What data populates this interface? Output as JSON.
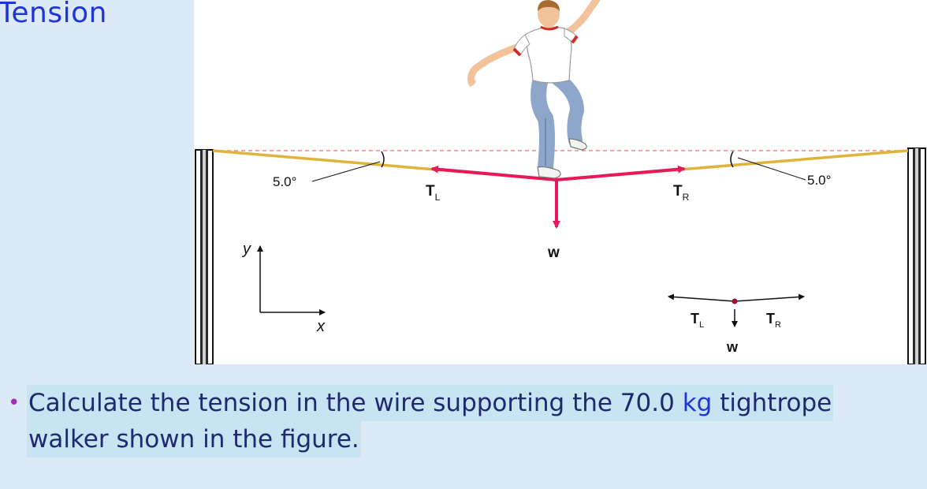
{
  "slide": {
    "title": "Tension"
  },
  "figure": {
    "angle_left": "5.0°",
    "angle_right": "5.0°",
    "tension_left": {
      "letter": "T",
      "sub": "L"
    },
    "tension_right": {
      "letter": "T",
      "sub": "R"
    },
    "weight": "w",
    "axis_y": "y",
    "axis_x": "x",
    "fbd": {
      "tension_left": {
        "letter": "T",
        "sub": "L"
      },
      "tension_right": {
        "letter": "T",
        "sub": "R"
      },
      "weight": "w"
    },
    "colors": {
      "wire": "#e0b43c",
      "force_arrow": "#e8195a",
      "dashed_line": "#e88b8b",
      "shirt": "#ffffff",
      "shirt_trim": "#d12a2a",
      "jeans": "#8ea6c9",
      "skin": "#f2c39a",
      "hair": "#a86c2e"
    }
  },
  "question": {
    "line1_a": "Calculate the tension in the wire supporting the 70.0 ",
    "line1_unit": "kg",
    "line1_b": " tightrope",
    "line2": "walker shown in the figure."
  }
}
